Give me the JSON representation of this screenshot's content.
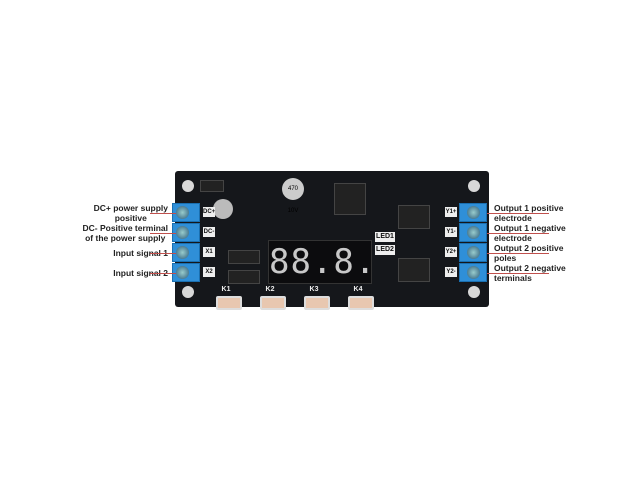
{
  "left_labels": [
    {
      "line1": "DC+ power supply",
      "line2": "positive"
    },
    {
      "line1": "DC- Positive terminal",
      "line2": "of the power supply"
    },
    {
      "line1": "Input signal 1",
      "line2": ""
    },
    {
      "line1": "Input signal 2",
      "line2": ""
    }
  ],
  "right_labels": [
    {
      "line1": "Output 1 positive",
      "line2": "electrode"
    },
    {
      "line1": "Output 1 negative",
      "line2": "electrode"
    },
    {
      "line1": "Output 2 positive",
      "line2": "poles"
    },
    {
      "line1": "Output 2 negative",
      "line2": "terminals"
    }
  ],
  "board": {
    "left_pins": [
      "DC+",
      "DC-",
      "X1",
      "X2"
    ],
    "right_pins": [
      "Y1+",
      "Y1-",
      "Y2+",
      "Y2-"
    ],
    "leds": [
      "LED1",
      "LED2"
    ],
    "buttons": [
      "K1",
      "K2",
      "K3",
      "K4"
    ],
    "display": "88.8.",
    "capacitor": "470 10V"
  },
  "colors": {
    "board": "#15171b",
    "terminal": "#2f8fd8",
    "leader_line": "#c0504d"
  }
}
